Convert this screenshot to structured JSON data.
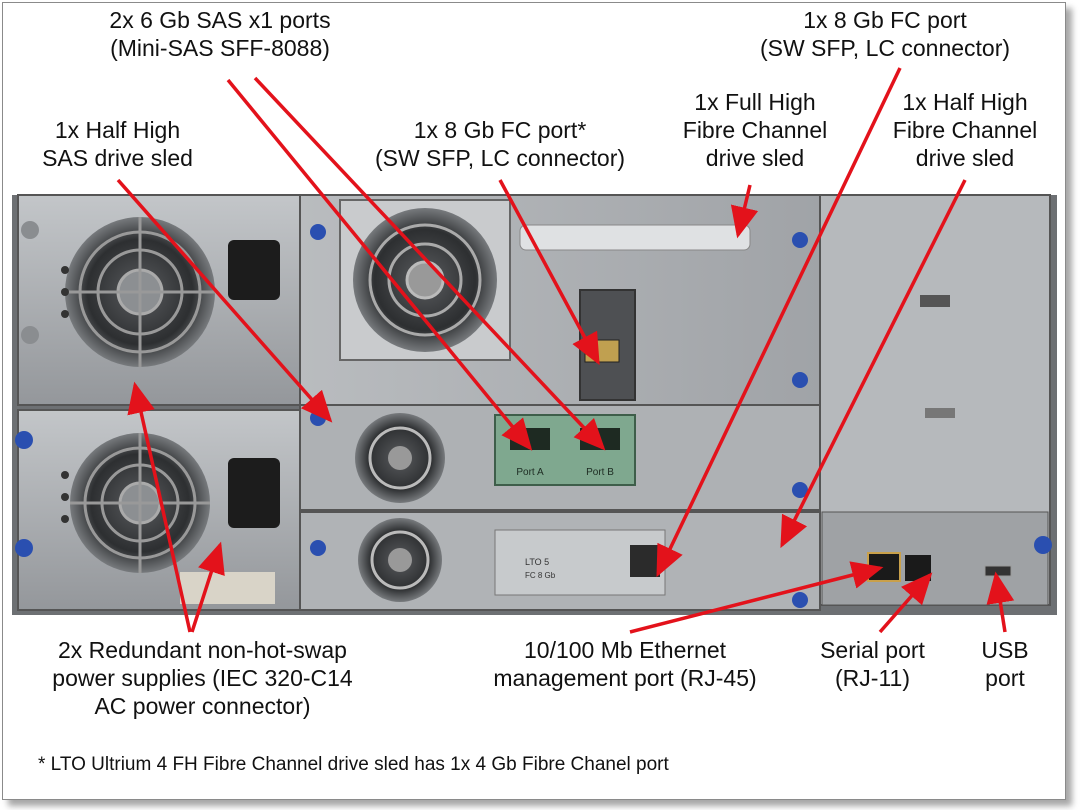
{
  "labels": {
    "sas_ports": [
      "2x 6 Gb SAS x1 ports",
      "(Mini-SAS SFF-8088)"
    ],
    "fc_port_top": [
      "1x 8 Gb FC port",
      "(SW SFP, LC connector)"
    ],
    "half_high_sas": [
      "1x Half High",
      "SAS drive sled"
    ],
    "fc_port_star": [
      "1x 8 Gb FC port*",
      "(SW SFP, LC connector)"
    ],
    "full_high_fc": [
      "1x Full High",
      "Fibre Channel",
      "drive sled"
    ],
    "half_high_fc": [
      "1x Half High",
      "Fibre Channel",
      "drive sled"
    ],
    "power_supplies": [
      "2x Redundant non-hot-swap",
      "power supplies (IEC 320-C14",
      "AC power connector)"
    ],
    "ethernet": [
      "10/100 Mb Ethernet",
      "management port (RJ-45)"
    ],
    "serial": [
      "Serial port",
      "(RJ-11)"
    ],
    "usb": [
      "USB",
      "port"
    ]
  },
  "hardware_text": {
    "port_a": "Port A",
    "port_b": "Port B",
    "lto": "LTO 5",
    "fc_speed": "FC 8 Gb"
  },
  "footnote": "* LTO Ultrium 4 FH Fibre Channel drive sled has 1x 4 Gb Fibre Chanel port",
  "colors": {
    "arrow": "#e3121b",
    "chassis": "#a9acb0",
    "panel_dark": "#6f7276",
    "port_board": "#7fa88f",
    "screw_blue": "#2a4fb0"
  }
}
